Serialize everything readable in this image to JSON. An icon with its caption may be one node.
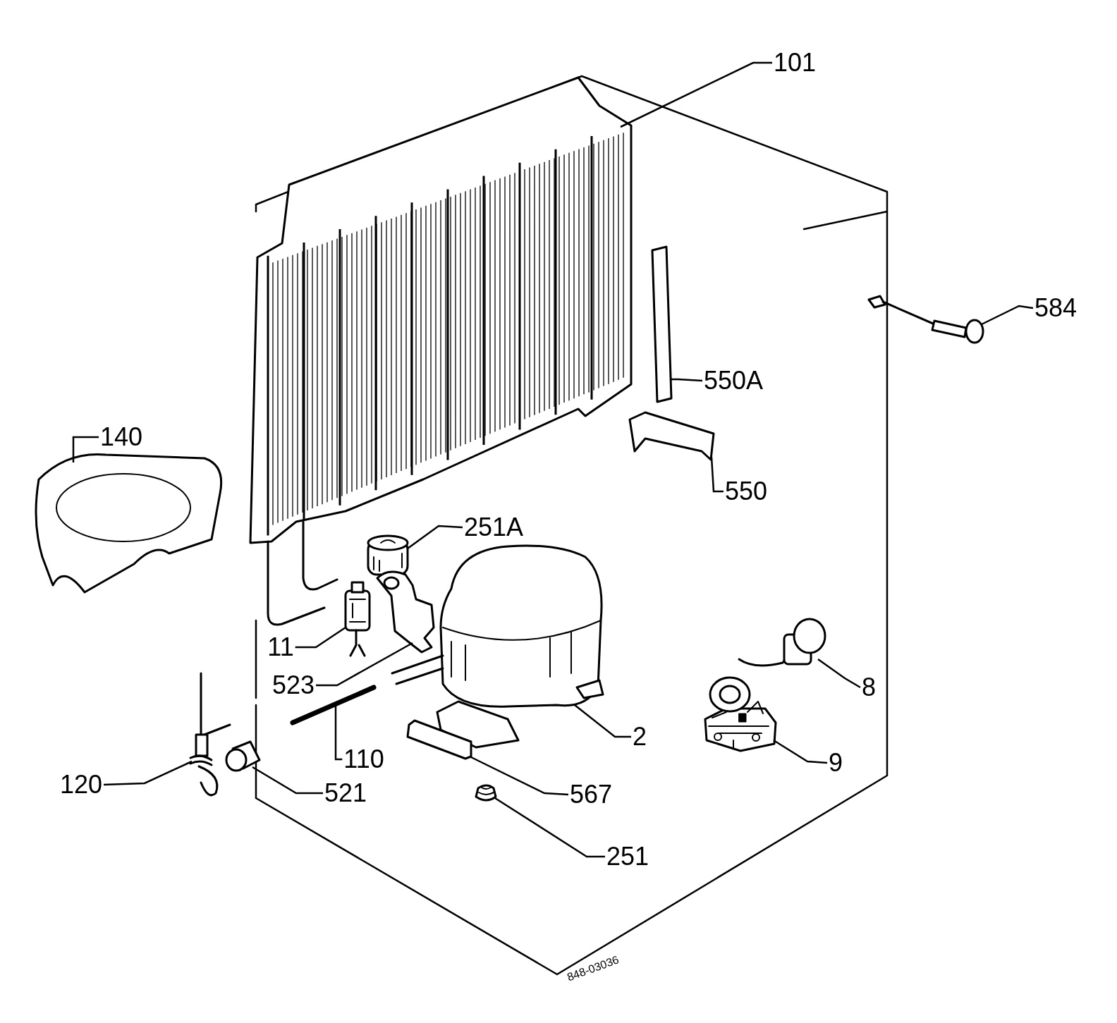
{
  "diagram": {
    "nodes": [
      {
        "text": [
          "101"
        ]
      },
      {
        "text": [],
        "shape": "picture"
      },
      {
        "text": [
          "584"
        ]
      },
      {
        "text": [],
        "shape": "picture"
      },
      {
        "text": [
          "550A"
        ]
      },
      {
        "text": [],
        "shape": "picture"
      },
      {
        "text": [
          "140"
        ]
      },
      {
        "text": [],
        "shape": "picture"
      },
      {
        "text": [
          "550"
        ]
      },
      {
        "text": [],
        "shape": "picture"
      },
      {
        "text": [
          "251A"
        ]
      },
      {
        "text": [],
        "shape": "picture"
      },
      {
        "text": [
          "11"
        ]
      },
      {
        "text": [],
        "shape": "picture"
      },
      {
        "text": [
          "523"
        ]
      },
      {
        "text": [],
        "shape": "picture"
      },
      {
        "text": [
          "8"
        ]
      },
      {
        "text": [],
        "shape": "picture"
      },
      {
        "text": [
          "2"
        ]
      },
      {
        "text": [],
        "shape": "picture"
      },
      {
        "text": [
          "110"
        ]
      },
      {
        "text": [],
        "shape": "picture"
      },
      {
        "text": [
          "9"
        ]
      },
      {
        "text": [],
        "shape": "picture"
      },
      {
        "text": [
          "120"
        ]
      },
      {
        "text": [],
        "shape": "picture"
      },
      {
        "text": [
          "521"
        ]
      },
      {
        "text": [],
        "shape": "picture"
      },
      {
        "text": [
          "567"
        ]
      },
      {
        "text": [],
        "shape": "picture"
      },
      {
        "text": [
          "251"
        ]
      },
      {
        "text": [],
        "shape": "picture"
      }
    ],
    "edges": [
      {
        "from": 0,
        "to": 1,
        "arrow": "none"
      },
      {
        "from": 2,
        "to": 3,
        "arrow": "none"
      },
      {
        "from": 4,
        "to": 5,
        "arrow": "none"
      },
      {
        "from": 6,
        "to": 7,
        "arrow": "none"
      },
      {
        "from": 8,
        "to": 9,
        "arrow": "none"
      },
      {
        "from": 10,
        "to": 11,
        "arrow": "none"
      },
      {
        "from": 12,
        "to": 13,
        "arrow": "none"
      },
      {
        "from": 14,
        "to": 15,
        "arrow": "none"
      },
      {
        "from": 16,
        "to": 17,
        "arrow": "none"
      },
      {
        "from": 18,
        "to": 19,
        "arrow": "none"
      },
      {
        "from": 20,
        "to": 21,
        "arrow": "none"
      },
      {
        "from": 22,
        "to": 23,
        "arrow": "none"
      },
      {
        "from": 24,
        "to": 25,
        "arrow": "none"
      },
      {
        "from": 26,
        "to": 27,
        "arrow": "none"
      },
      {
        "from": 28,
        "to": 29,
        "arrow": "none"
      },
      {
        "from": 30,
        "to": 31,
        "arrow": "none"
      }
    ],
    "labels": [
      "848-03036"
    ]
  }
}
